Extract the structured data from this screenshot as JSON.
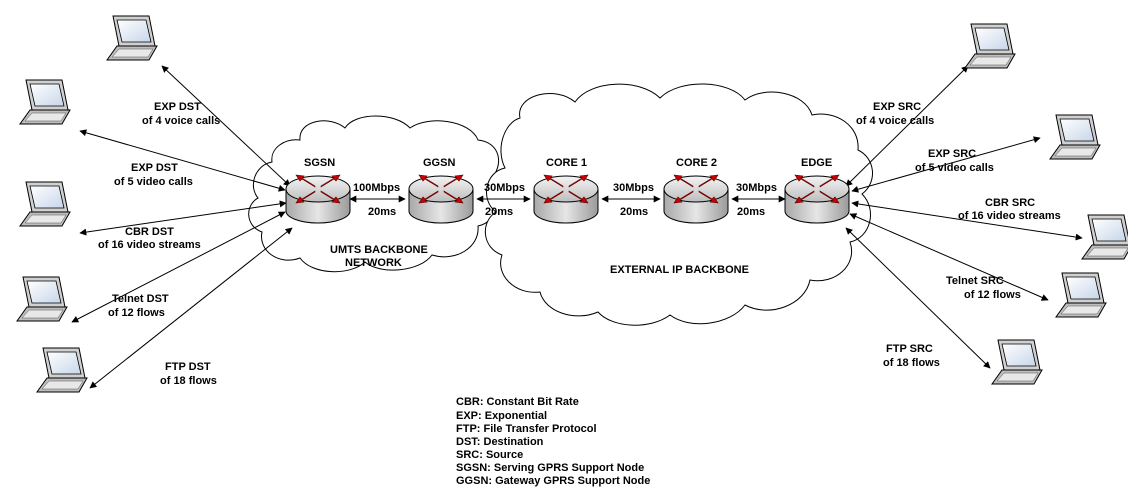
{
  "routers": {
    "sgsn": {
      "label": "SGSN",
      "type": "sgsn"
    },
    "ggsn": {
      "label": "GGSN",
      "type": "ggsn"
    },
    "core1": {
      "label": "CORE 1",
      "type": "core"
    },
    "core2": {
      "label": "CORE 2",
      "type": "core"
    },
    "edge": {
      "label": "EDGE",
      "type": "edge"
    }
  },
  "clouds": {
    "umts": {
      "line1": "UMTS BACKBONE",
      "line2": "NETWORK"
    },
    "external": {
      "label": "EXTERNAL IP BACKBONE"
    }
  },
  "links": {
    "sgsn_ggsn": {
      "bandwidth": "100Mbps",
      "delay": "20ms"
    },
    "ggsn_core1": {
      "bandwidth": "30Mbps",
      "delay": "20ms"
    },
    "core1_core2": {
      "bandwidth": "30Mbps",
      "delay": "20ms"
    },
    "core2_edge": {
      "bandwidth": "30Mbps",
      "delay": "20ms"
    }
  },
  "destinations": [
    {
      "line1": "EXP DST",
      "line2": "of 4 voice calls"
    },
    {
      "line1": "EXP DST",
      "line2": "of 5 video calls"
    },
    {
      "line1": "CBR DST",
      "line2": "of 16 video streams"
    },
    {
      "line1": "Telnet  DST",
      "line2": "of 12 flows"
    },
    {
      "line1": "FTP DST",
      "line2": "of 18 flows"
    }
  ],
  "sources": [
    {
      "line1": "EXP SRC",
      "line2": "of 4 voice calls"
    },
    {
      "line1": "EXP SRC",
      "line2": "of 5 video calls"
    },
    {
      "line1": "CBR SRC",
      "line2": "of 16 video streams"
    },
    {
      "line1": "Telnet SRC",
      "line2": "of 12 flows"
    },
    {
      "line1": "FTP SRC",
      "line2": "of 18 flows"
    }
  ],
  "legend": [
    "CBR: Constant Bit Rate",
    "EXP: Exponential",
    "FTP: File Transfer Protocol",
    "DST: Destination",
    "SRC: Source",
    "SGSN: Serving GPRS Support Node",
    "GGSN: Gateway GPRS Support Node"
  ],
  "colors": {
    "router_arrows": "#cc0000",
    "router_body": "#c8c8c8",
    "laptop_screen": "#dfe8f4"
  },
  "icons": {
    "router": "router-icon",
    "laptop": "laptop-icon"
  }
}
